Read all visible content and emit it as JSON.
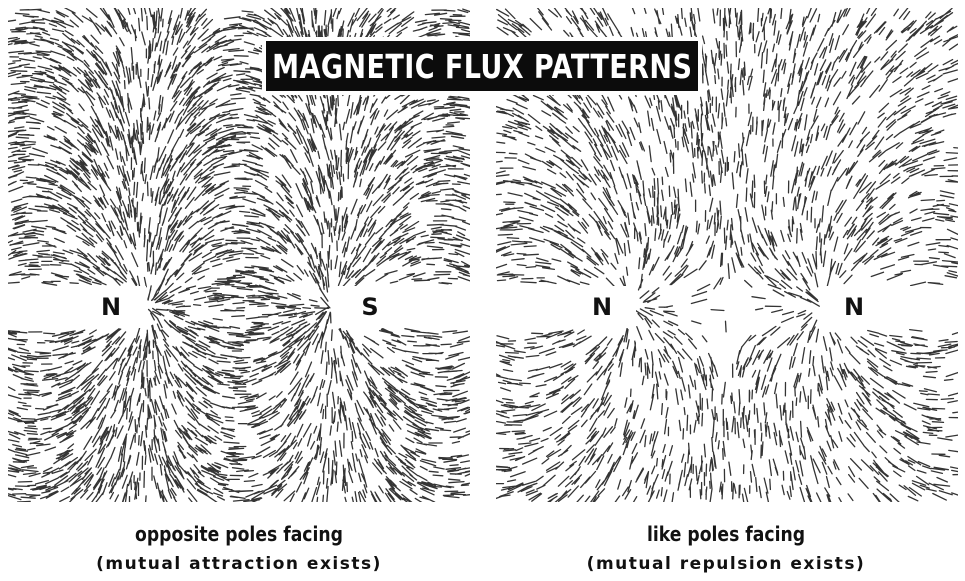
{
  "title": "MAGNETIC FLUX PATTERNS",
  "panels": [
    {
      "id": "left",
      "magnets": [
        "N",
        "S"
      ],
      "caption_main": "opposite poles facing",
      "caption_sub": "(mutual attraction exists)"
    },
    {
      "id": "right",
      "magnets": [
        "N",
        "N"
      ],
      "caption_main": "like poles facing",
      "caption_sub": "(mutual repulsion exists)"
    }
  ],
  "colors": {
    "ink": "#111111",
    "paper": "#ffffff",
    "banner": "#0c0c0c"
  }
}
